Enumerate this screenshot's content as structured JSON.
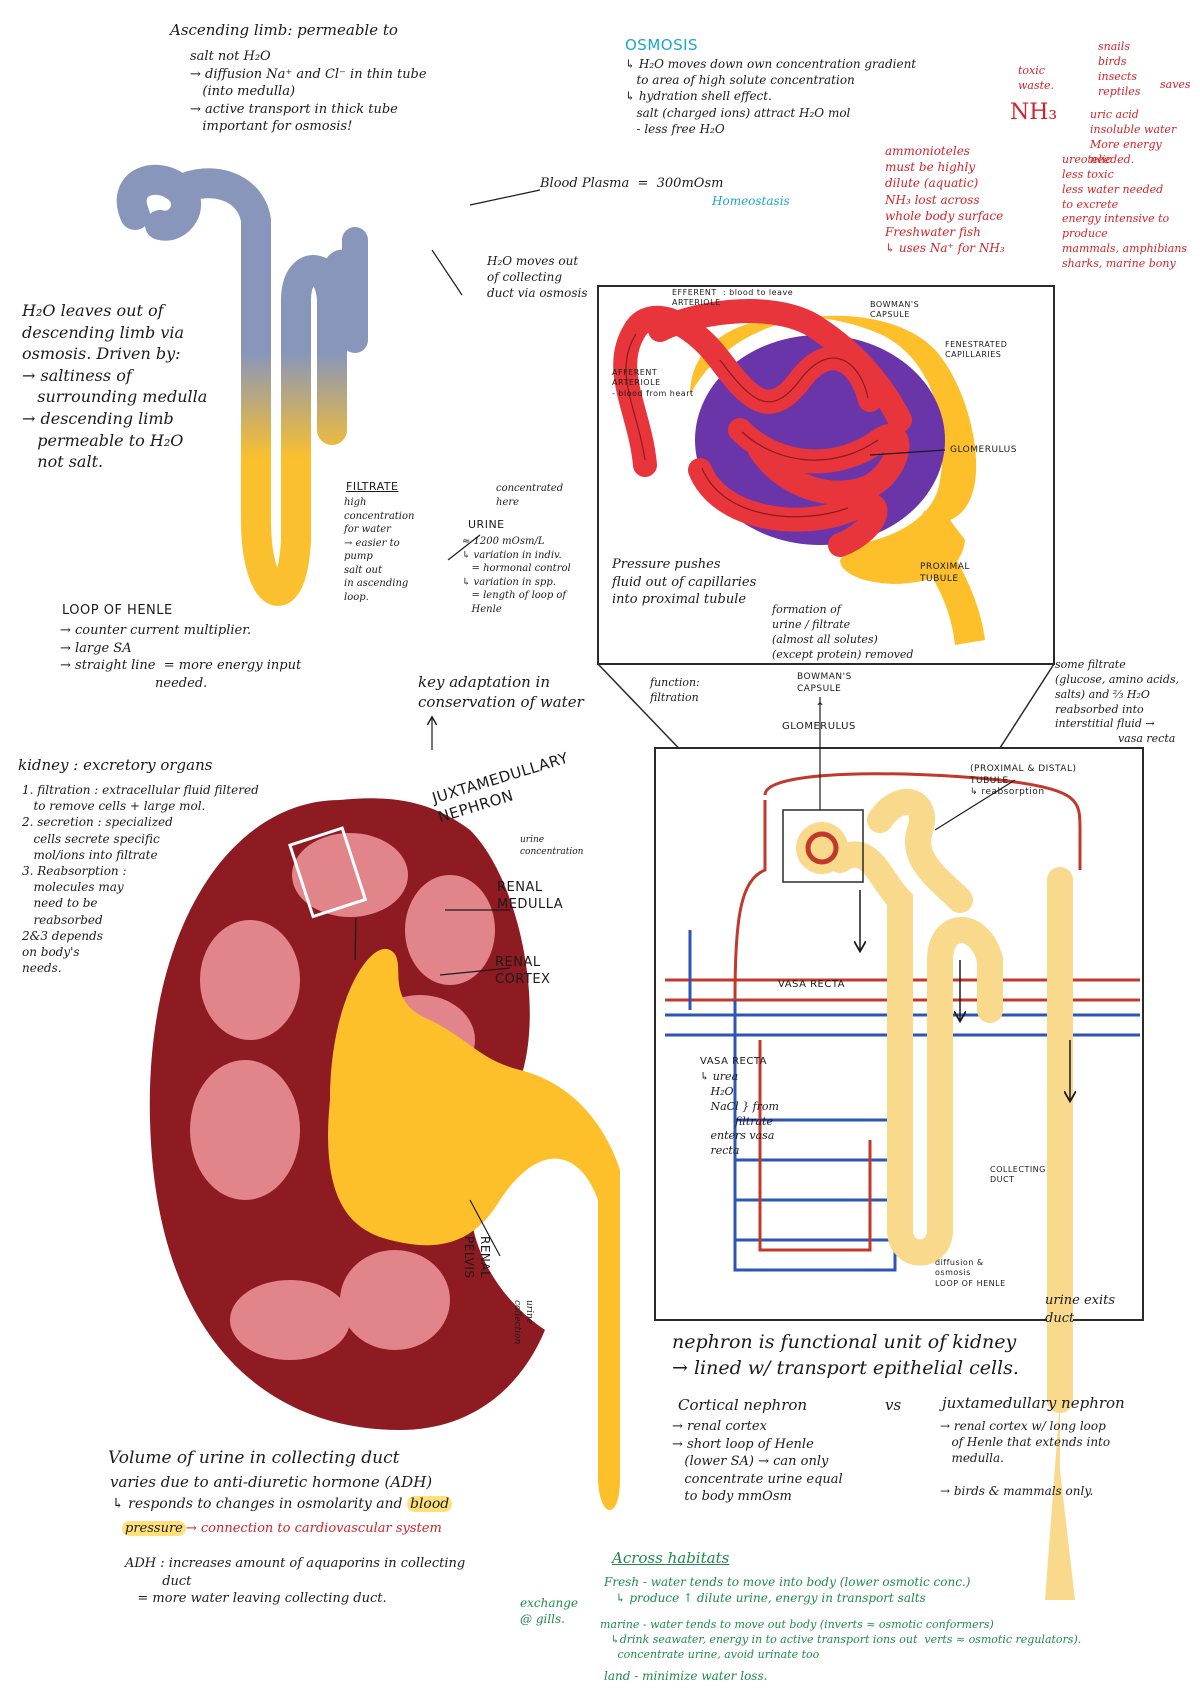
{
  "colors": {
    "ink": "#1b1b1b",
    "osmosis_blue": "#1aa6c9",
    "nh3_red": "#d2232a",
    "habitat_green": "#1f8a4c",
    "kidney_dark": "#8e1b22",
    "medulla_pink": "#e2858a",
    "pelvis_yellow": "#fdc02a",
    "loop_blue": "#8796ba",
    "loop_yellow": "#fbc02d",
    "tubule_cream": "#f9d98b",
    "capsule_purple": "#6a35a8",
    "glomerulus_red": "#e8353b",
    "highlight": "#ffe07a"
  },
  "icons": [
    "kidney-illustration",
    "loop-of-henle-illustration",
    "glomerulus-illustration",
    "nephron-illustration"
  ],
  "ascending": {
    "title": "Ascending limb: permeable to",
    "lines": "salt not H₂O\n→ diffusion Na⁺ and Cl⁻ in thin tube\n   (into medulla)\n→ active transport in thick tube\n   important for osmosis!"
  },
  "plasma": {
    "label": "Blood Plasma  =  300mOsm",
    "homeostasis": "Homeostasis"
  },
  "osmosis": {
    "title": "OSMOSIS",
    "lines": "↳ H₂O moves down own concentration gradient\n   to area of high solute concentration\n↳ hydration shell effect.\n   salt (charged ions) attract H₂O mol\n   - less free H₂O"
  },
  "nh3": {
    "center": "NH₃",
    "toxic": "toxic\nwaste.",
    "uric": "snails\nbirds\ninsects\nreptiles",
    "saves": "saves",
    "uric_desc": "uric acid\ninsoluble water\nMore energy\nneeded.",
    "ammonia": "ammonioteles\nmust be highly\ndilute (aquatic)\nNH₃ lost across\nwhole body surface\nFreshwater fish\n↳ uses Na⁺ for NH₃",
    "urea": "ureotelic\nless toxic\nless water needed\nto excrete\nenergy intensive to\nproduce\nmammals, amphibians\nsharks, marine bony"
  },
  "descending": {
    "lines": "H₂O leaves out of\ndescending limb via\nosmosis. Driven by:\n→ saltiness of\n   surrounding medulla\n→ descending limb\n   permeable to H₂O\n   not salt."
  },
  "h2o_duct": {
    "lines": "H₂O moves out\nof collecting\nduct via osmosis"
  },
  "filtrate": {
    "title": "FILTRATE",
    "lines": "high\nconcentration\nfor water\n→ easier to\npump\nsalt out\nin ascending\nloop."
  },
  "urine": {
    "conc": "concentrated\nhere",
    "title": "URINE",
    "lines": "≈ 1200 mOsm/L\n↳ variation in indiv.\n   = hormonal control\n↳ variation in spp.\n   = length of loop of\n   Henle"
  },
  "loop": {
    "title": "LOOP OF HENLE",
    "lines": "→ counter current multiplier.\n→ large SA\n→ straight line  = more energy input\n                       needed."
  },
  "key": {
    "lines": "key adaptation in\nconservation of water"
  },
  "glom_labels": {
    "efferent": "EFFERENT  : blood to leave\nARTERIOLE",
    "bowman": "BOWMAN'S\nCAPSULE",
    "fenestrated": "FENESTRATED\nCAPILLARIES",
    "afferent": "AFFERENT\nARTERIOLE\n- blood from heart",
    "glomerulus": "GLOMERULUS",
    "pressure": "Pressure pushes\nfluid out of capillaries\ninto proximal tubule",
    "proximal": "PROXIMAL\nTUBULE",
    "formation": "formation of\nurine / filtrate\n(almost all solutes)\n(except protein) removed"
  },
  "function": {
    "lines": "function:\nfiltration"
  },
  "neph_labels": {
    "bowman": "BOWMAN'S\nCAPSULE",
    "arrow": "↑",
    "glomerulus": "GLOMERULUS",
    "some": "some filtrate\n(glucose, amino acids,\nsalts) and ⅔ H₂O\nreabsorbed into\ninterstitial fluid →\n                  vasa recta",
    "tubule": "(PROXIMAL & DISTAL)\nTUBULE\n↳ reabsorption",
    "vasa1": "VASA RECTA",
    "vasa2": "VASA RECTA",
    "urea": "↳ urea\n   H₂O\n   NaCl } from\n          filtrate\n   enters vasa\n   recta",
    "collecting": "COLLECTING\nDUCT",
    "diffusion": "diffusion &\nosmosis\nLOOP OF HENLE",
    "urine_exits": "urine exits\nduct"
  },
  "jux_title": "JUXTAMEDULLARY\nNEPHRON",
  "kidney_notes": {
    "title": "kidney : excretory organs",
    "lines": "1. filtration : extracellular fluid filtered\n   to remove cells + large mol.\n2. secretion : specialized\n   cells secrete specific\n   mol/ions into filtrate\n3. Reabsorption :\n   molecules may\n   need to be\n   reabsorbed\n2&3 depends\non body's\nneeds."
  },
  "kidney_labels": {
    "conc": "urine\nconcentration",
    "medulla": "RENAL\nMEDULLA",
    "cortex": "RENAL\nCORTEX",
    "pelvis": "RENAL\nPELVIS",
    "collection": "urine\ncollection"
  },
  "nephron_func": {
    "lines": "nephron is functional unit of kidney\n→ lined w/ transport epithelial cells."
  },
  "cortical": {
    "title": "Cortical nephron",
    "vs": "vs",
    "lines": "→ renal cortex\n→ short loop of Henle\n   (lower SA) → can only\n   concentrate urine equal\n   to body mmOsm"
  },
  "juxta": {
    "title": "juxtamedullary nephron",
    "lines": "→ renal cortex w/ long loop\n   of Henle that extends into\n   medulla.\n\n→ birds & mammals only."
  },
  "adh": {
    "l1": "Volume of urine in collecting duct",
    "l2": "varies due to anti-diuretic hormone (ADH)",
    "l3a": "↳ responds to changes in osmolarity and ",
    "l3b": "blood",
    "l4a": "pressure",
    "l4b": "→ connection to cardiovascular system",
    "l5": "ADH : increases amount of aquaporins in collecting\n         duct\n   = more water leaving collecting duct."
  },
  "habitats": {
    "title": "Across habitats",
    "exchange": "exchange\n@ gills.",
    "fresh": "Fresh - water tends to move into body (lower osmotic conc.)\n   ↳ produce ↑ dilute urine, energy in transport salts",
    "marine": "marine - water tends to move out body (inverts ≈ osmotic conformers)\n   ↳drink seawater, energy in to active transport ions out  verts ≈ osmotic regulators).\n     concentrate urine, avoid urinate too",
    "land": "land - minimize water loss."
  }
}
